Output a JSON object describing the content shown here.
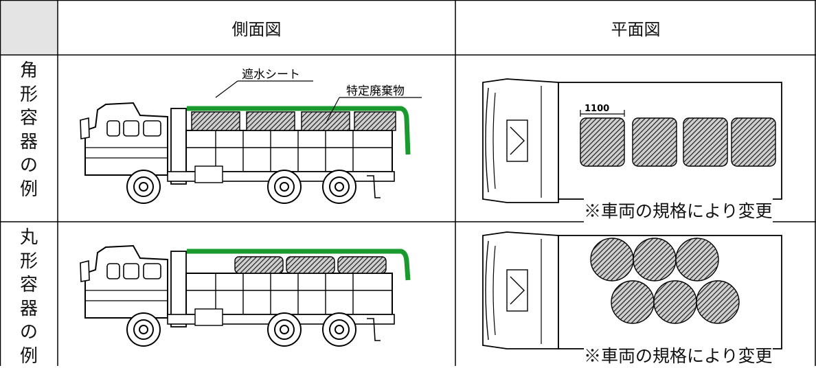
{
  "headers": {
    "side_view": "側面図",
    "plan_view": "平面図"
  },
  "rows": [
    {
      "label": [
        "角",
        "形",
        "容",
        "器",
        "の",
        "例"
      ],
      "callout_sheet": "遮水シート",
      "callout_waste": "特定廃棄物",
      "dimension": "1100",
      "note": "※車両の規格により変更"
    },
    {
      "label": [
        "丸",
        "形",
        "容",
        "器",
        "の",
        "例"
      ],
      "note": "※車両の規格により変更"
    }
  ],
  "colors": {
    "sheet_green": "#1a9a2e",
    "header_bg": "#e4e4e4",
    "hatch": "#222222"
  }
}
